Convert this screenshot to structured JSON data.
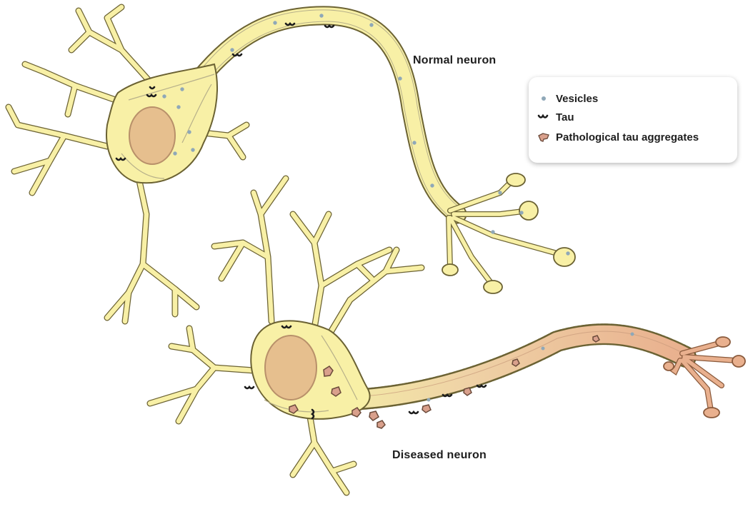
{
  "labels": {
    "normal_neuron": "Normal neuron",
    "diseased_neuron": "Diseased neuron"
  },
  "legend": {
    "vesicles": "Vesicles",
    "tau": "Tau",
    "aggregates": "Pathological tau aggregates"
  },
  "colors": {
    "cell_fill": "#f8f0a6",
    "cell_outline": "#6b6233",
    "nucleus": "#e6bf8e",
    "nucleus_outline": "#b8906a",
    "vesicle": "#8fa8b8",
    "tau": "#1c1c1c",
    "aggregate": "#d9a08c",
    "diseased_axon": "#e8c09a",
    "microtubule": "#b7b08a"
  },
  "icons": [
    "vesicle-icon",
    "tau-icon",
    "aggregate-icon"
  ]
}
